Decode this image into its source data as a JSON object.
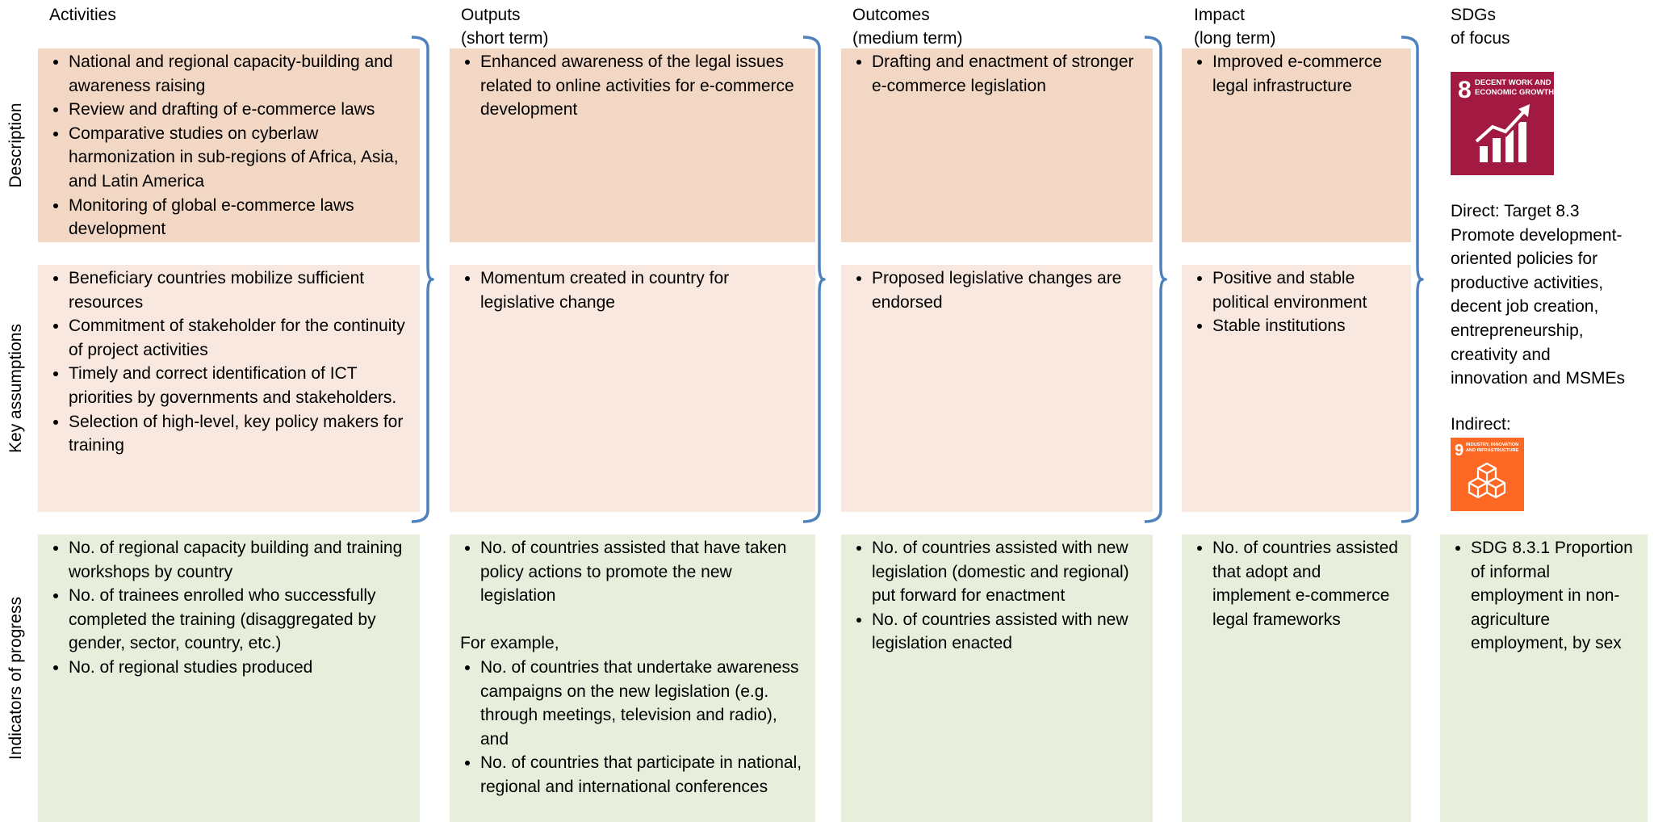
{
  "headers": {
    "activities": [
      "Activities"
    ],
    "outputs": [
      "Outputs",
      "(short term)"
    ],
    "outcomes": [
      "Outcomes",
      "(medium term)"
    ],
    "impact": [
      "Impact",
      "(long term)"
    ],
    "sdgs": [
      "SDGs",
      "of focus"
    ]
  },
  "row_labels": {
    "description": "Description",
    "assumptions": "Key assumptions",
    "indicators": "Indicators of progress"
  },
  "description": {
    "activities": [
      "National and regional capacity-building and awareness raising",
      "Review and drafting of e-commerce laws",
      "Comparative studies on cyberlaw harmonization in sub-regions of Africa, Asia, and Latin America",
      "Monitoring of global e-commerce laws development"
    ],
    "outputs": [
      "Enhanced awareness of the legal issues related to online activities for e-commerce development"
    ],
    "outcomes": [
      "Drafting and enactment of stronger e-commerce legislation"
    ],
    "impact": [
      "Improved e-commerce legal infrastructure"
    ]
  },
  "assumptions": {
    "activities": [
      "Beneficiary countries mobilize sufficient resources",
      "Commitment of stakeholder for the continuity of project activities",
      "Timely and correct identification of ICT priorities by governments and stakeholders.",
      "Selection of high-level, key policy makers for training"
    ],
    "outputs": [
      "Momentum created in country for legislative change"
    ],
    "outcomes": [
      "Proposed legislative changes are endorsed"
    ],
    "impact": [
      "Positive and stable political environment",
      "Stable institutions"
    ]
  },
  "indicators": {
    "activities": [
      "No. of regional capacity building and training workshops by country",
      "No. of trainees enrolled who successfully completed the training (disaggregated by gender, sector, country, etc.)",
      "No. of regional studies produced"
    ],
    "outputs_main": [
      "No. of countries assisted that have taken policy actions to promote the new legislation"
    ],
    "outputs_example_label": "For example,",
    "outputs_examples": [
      "No. of countries that undertake awareness campaigns on the new legislation (e.g. through meetings, television and radio), and",
      "No. of countries that participate in national, regional and international conferences"
    ],
    "outcomes": [
      "No. of countries assisted with new legislation (domestic and regional) put forward for enactment",
      "No. of countries assisted with new legislation enacted"
    ],
    "impact": [
      "No. of countries assisted that adopt and implement e-commerce legal frameworks"
    ],
    "sdgs": [
      "SDG 8.3.1 Proportion of informal employment in non-agriculture employment, by sex"
    ]
  },
  "sdg_panel": {
    "sdg8_number": "8",
    "sdg8_title_lines": [
      "DECENT WORK AND",
      "ECONOMIC GROWTH"
    ],
    "sdg8_color": "#a21942",
    "direct_lines": [
      "Direct: Target 8.3",
      "Promote development-",
      "oriented policies for",
      "productive activities,",
      "decent job creation,",
      "entrepreneurship,",
      "creativity and",
      "innovation and MSMEs"
    ],
    "indirect_label": "Indirect:",
    "sdg9_number": "9",
    "sdg9_title_lines": [
      "INDUSTRY, INNOVATION",
      "AND INFRASTRUCTURE"
    ],
    "sdg9_color": "#fd6925"
  },
  "colors": {
    "description_fill": "#f2d7c4",
    "assumptions_fill": "#f8e8df",
    "indicators_fill": "#e7efdc",
    "brace": "#4f81bd"
  }
}
